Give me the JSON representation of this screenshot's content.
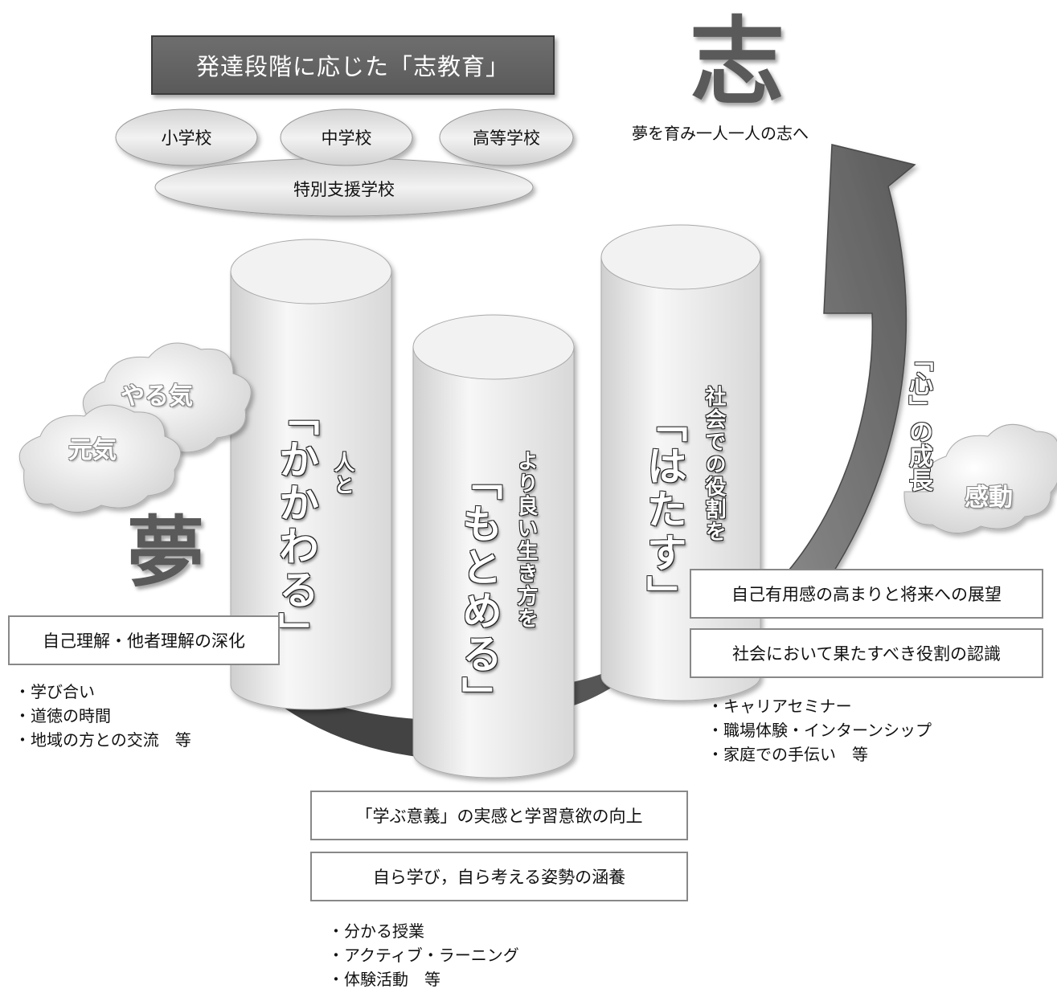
{
  "header": {
    "title": "発達段階に応じた「志教育」",
    "schools": [
      "小学校",
      "中学校",
      "高等学校"
    ],
    "special_school": "特別支援学校"
  },
  "goal": {
    "kanji": "志",
    "caption": "夢を育み一人一人の志へ"
  },
  "dream_kanji": "夢",
  "clouds": {
    "motivation": "やる気",
    "spirit": "元気",
    "emotion": "感動"
  },
  "growth_arrow_label": "「心」の成長",
  "pillars": [
    {
      "small": "人と",
      "large": "「かかわる」"
    },
    {
      "small": "より良い生き方を",
      "large": "「もとめる」"
    },
    {
      "small": "社会での役割を",
      "large": "「はたす」"
    }
  ],
  "left_section": {
    "box": "自己理解・他者理解の深化",
    "bullets": [
      "・学び合い",
      "・道徳の時間",
      "・地域の方との交流　等"
    ]
  },
  "right_section": {
    "box1": "自己有用感の高まりと将来への展望",
    "box2": "社会において果たすべき役割の認識",
    "bullets": [
      "・キャリアセミナー",
      "・職場体験・インターンシップ",
      "・家庭での手伝い　等"
    ]
  },
  "bottom_section": {
    "box1": "「学ぶ意義」の実感と学習意欲の向上",
    "box2": "自ら学び，自ら考える姿勢の涵養",
    "bullets": [
      "・分かる授業",
      "・アクティブ・ラーニング",
      "・体験活動　等"
    ]
  },
  "colors": {
    "title_bg": "#5f5f5f",
    "arrow": "#6a6a6a",
    "pillar": "#e9e9e9",
    "ring": "#3a3a3a"
  }
}
